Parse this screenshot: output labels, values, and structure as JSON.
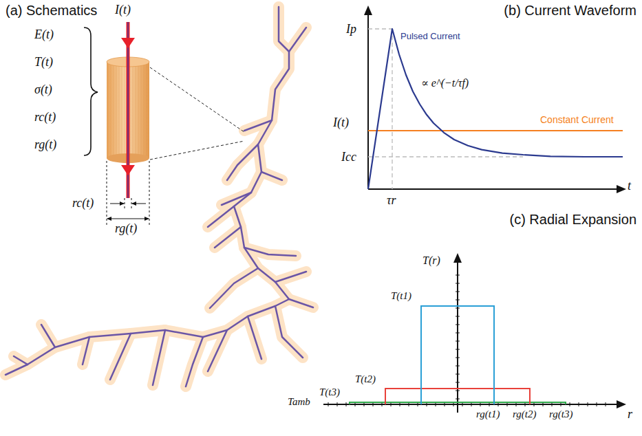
{
  "diagram": {
    "labels": [
      "(a) Schematics",
      "I(t)",
      "E(t)",
      "T(t)",
      "σ(t)",
      "rc(t)",
      "rg(t)",
      "rc(t)",
      "rg(t)",
      "(b) Current Waveform",
      "Ip",
      "Pulsed Current",
      "∝ e^(−t/τf)",
      "I(t)",
      "Constant Current",
      "Icc",
      "τr",
      "t",
      "(c) Radial Expansion",
      "T(r)",
      "T(t1)",
      "T(t2)",
      "T(t3)",
      "Tamb",
      "rg(t1)",
      "rg(t2)",
      "rg(t3)",
      "r"
    ]
  }
}
